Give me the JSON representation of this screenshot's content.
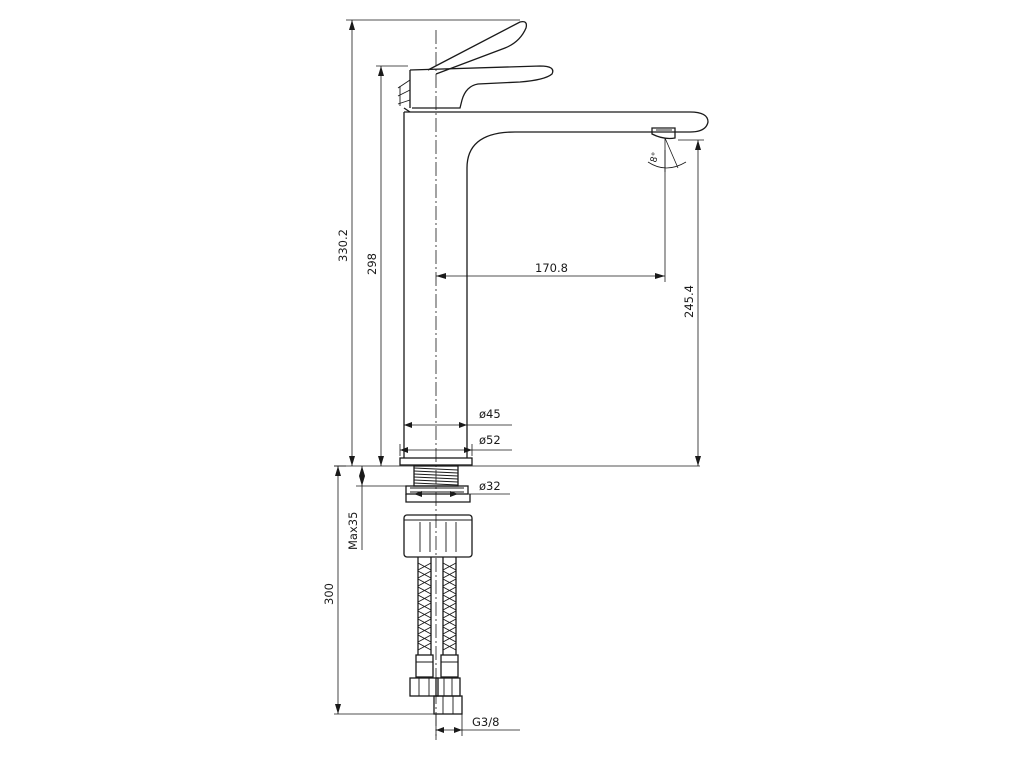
{
  "dimensions": {
    "overall_height": "330.2",
    "spout_height": "298",
    "reach": "170.8",
    "outlet_height": "245.4",
    "body_diameter": "ø45",
    "base_diameter": "ø52",
    "thread_diameter": "ø32",
    "max_deck_thickness": "Max35",
    "hose_length": "300",
    "connection_thread": "G3/8",
    "aerator_angle": "8°"
  }
}
